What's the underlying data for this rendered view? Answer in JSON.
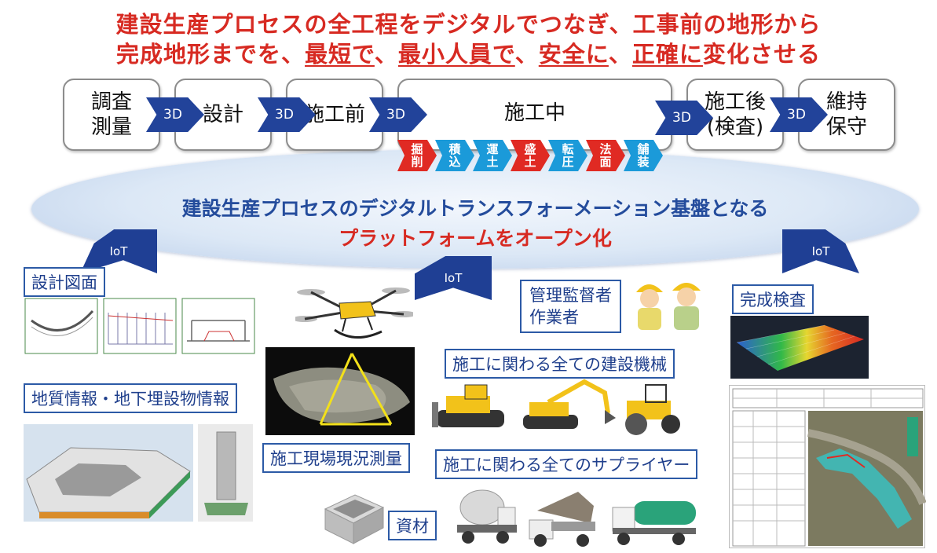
{
  "headline": {
    "line1": "建設生産プロセスの全工程をデジタルでつなぎ、工事前の地形から",
    "line2": {
      "p1": "完成地形までを、",
      "p2": "最短で",
      "p3": "、",
      "p4": "最小人員で",
      "p5": "、",
      "p6": "安全に",
      "p7": "、",
      "p8": "正確に",
      "p9": "変化させる"
    }
  },
  "process": {
    "stages": [
      "調査\n測量",
      "設計",
      "施工前",
      "施工中",
      "施工後\n(検査)",
      "維持\n保守"
    ],
    "connector_label": "3D",
    "tasks": [
      "掘\n削",
      "積\n込",
      "運\n土",
      "盛\n土",
      "転\n圧",
      "法\n面",
      "舗\n装"
    ],
    "task_colors": [
      "#e02a23",
      "#1b9ad9",
      "#1b9ad9",
      "#e02a23",
      "#1b9ad9",
      "#e02a23",
      "#1b9ad9"
    ]
  },
  "platform": {
    "line1": "建設生産プロセスのデジタルトランスフォーメーション基盤となる",
    "line2": "プラットフォームをオープン化"
  },
  "iot_label": "IoT",
  "labels": {
    "design_drawing": "設計図面",
    "geology": "地質情報・地下埋設物情報",
    "survey": "施工現場現況測量",
    "managers": "管理監督者\n作業者",
    "machinery": "施工に関わる全ての建設機械",
    "suppliers": "施工に関わる全てのサプライヤー",
    "materials": "資材",
    "completion": "完成検査"
  },
  "colors": {
    "headline": "#d72a22",
    "navy": "#22439a",
    "platform_text": "#244c9c",
    "red_task": "#e02a23",
    "blue_task": "#1b9ad9",
    "machine_yellow": "#f2c21a"
  }
}
